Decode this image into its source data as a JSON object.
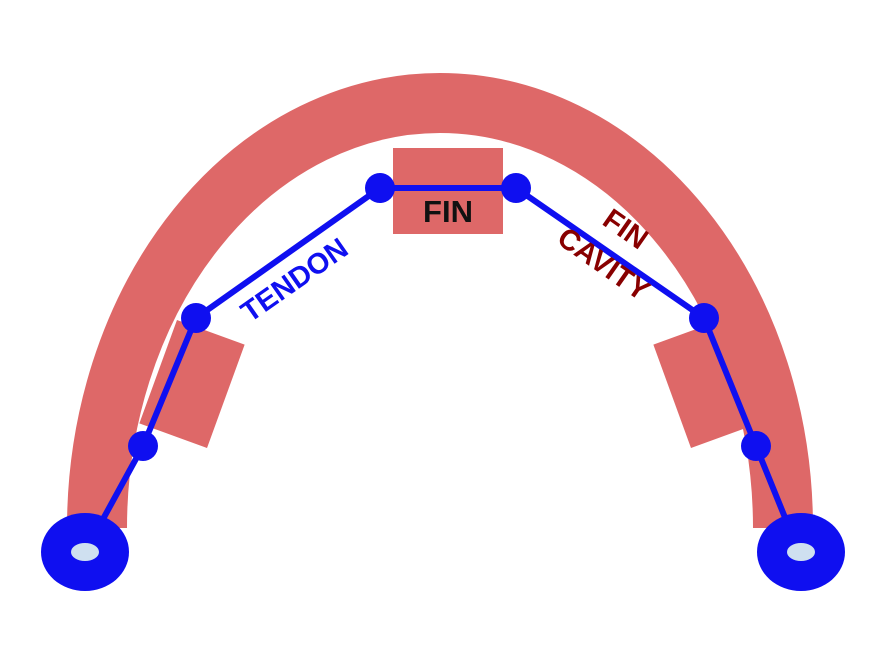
{
  "labels": {
    "fin": "FIN",
    "tendon": "TENDON",
    "fin_cavity_line1": "FIN",
    "fin_cavity_line2": "CAVITY"
  },
  "colors": {
    "body": "#de6868",
    "tendon": "#0f0ff0",
    "eyelet_hole": "#cfe0f0",
    "fin_text": "#111111",
    "cavity_text": "#880000",
    "background": "#ffffff"
  }
}
